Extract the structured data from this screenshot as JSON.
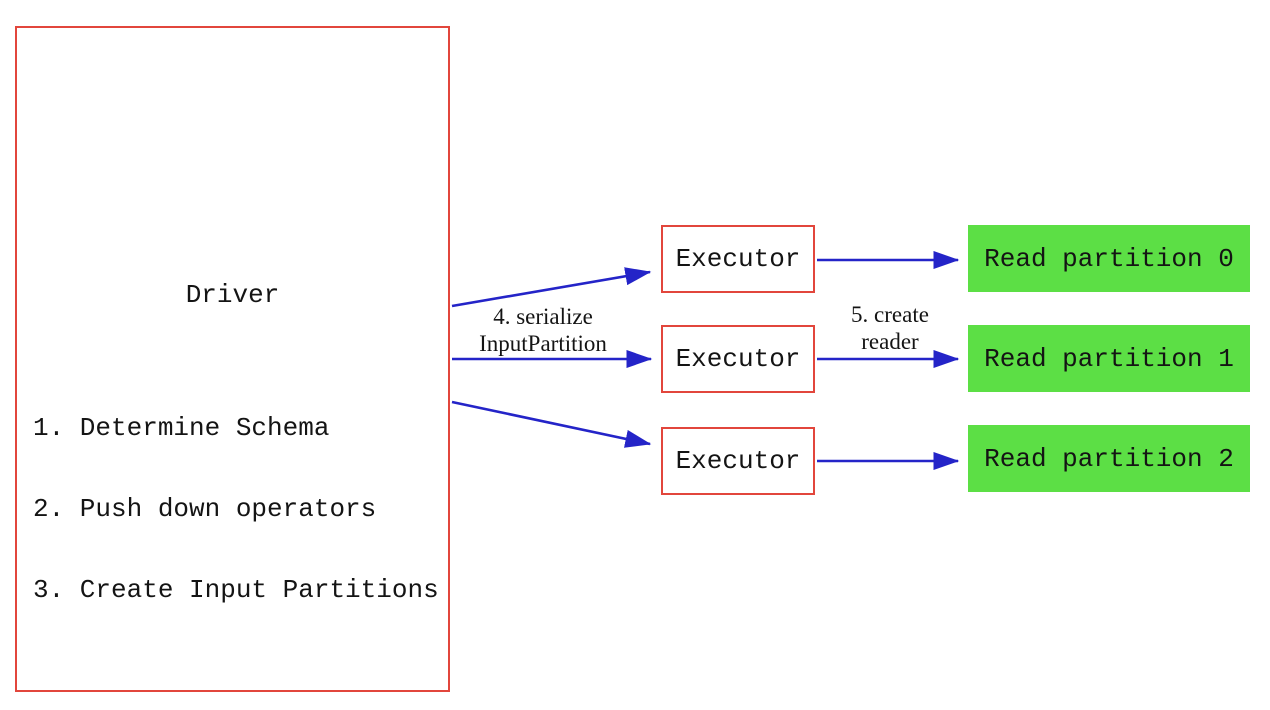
{
  "diagram": {
    "driver": {
      "title": "Driver",
      "steps": [
        "1. Determine Schema",
        "2. Push down operators",
        "3. Create Input Partitions"
      ]
    },
    "executors": [
      {
        "label": "Executor"
      },
      {
        "label": "Executor"
      },
      {
        "label": "Executor"
      }
    ],
    "partitions": [
      {
        "label": "Read partition 0"
      },
      {
        "label": "Read partition 1"
      },
      {
        "label": "Read partition 2"
      }
    ],
    "edge_labels": {
      "serialize": {
        "line1": "4. serialize",
        "line2": "InputPartition"
      },
      "create_reader": {
        "line1": "5. create",
        "line2": "reader"
      }
    },
    "colors": {
      "box_border": "#e2463c",
      "arrow": "#2424c8",
      "partition_fill": "#5cdf45",
      "text": "#141414"
    }
  }
}
